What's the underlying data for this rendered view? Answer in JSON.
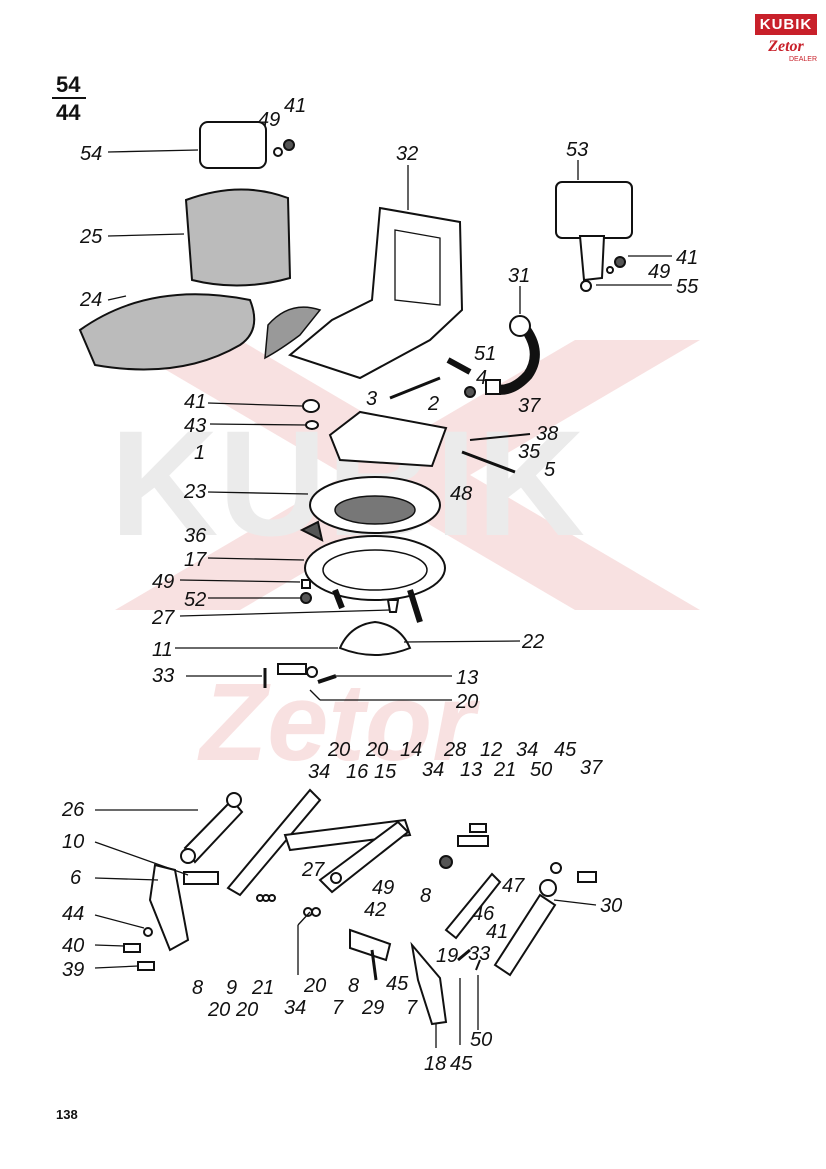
{
  "header": {
    "numerator": "54",
    "denominator": "44"
  },
  "logo": {
    "brand": "KUBIK",
    "sub": "Zetor",
    "dealer": "DEALER"
  },
  "watermark": {
    "brand": "KUBIK",
    "sub": "Zetor"
  },
  "page_number": "138",
  "callouts": [
    "54",
    "49",
    "41",
    "32",
    "53",
    "25",
    "41",
    "49",
    "55",
    "24",
    "31",
    "51",
    "4",
    "3",
    "2",
    "37",
    "41",
    "43",
    "1",
    "38",
    "35",
    "5",
    "48",
    "23",
    "36",
    "17",
    "49",
    "52",
    "27",
    "11",
    "22",
    "33",
    "13",
    "20",
    "20",
    "14",
    "20",
    "28",
    "12",
    "34",
    "45",
    "37",
    "34",
    "16",
    "15",
    "34",
    "13",
    "21",
    "50",
    "26",
    "10",
    "27",
    "6",
    "49",
    "8",
    "47",
    "30",
    "42",
    "46",
    "44",
    "41",
    "40",
    "33",
    "19",
    "39",
    "8",
    "9",
    "21",
    "34",
    "20",
    "7",
    "8",
    "29",
    "45",
    "7",
    "50",
    "20",
    "20",
    "18",
    "45"
  ],
  "colors": {
    "watermark": "#f3c9c9",
    "watermark_grey": "#dcdcdc",
    "brand_red": "#c8202a"
  }
}
